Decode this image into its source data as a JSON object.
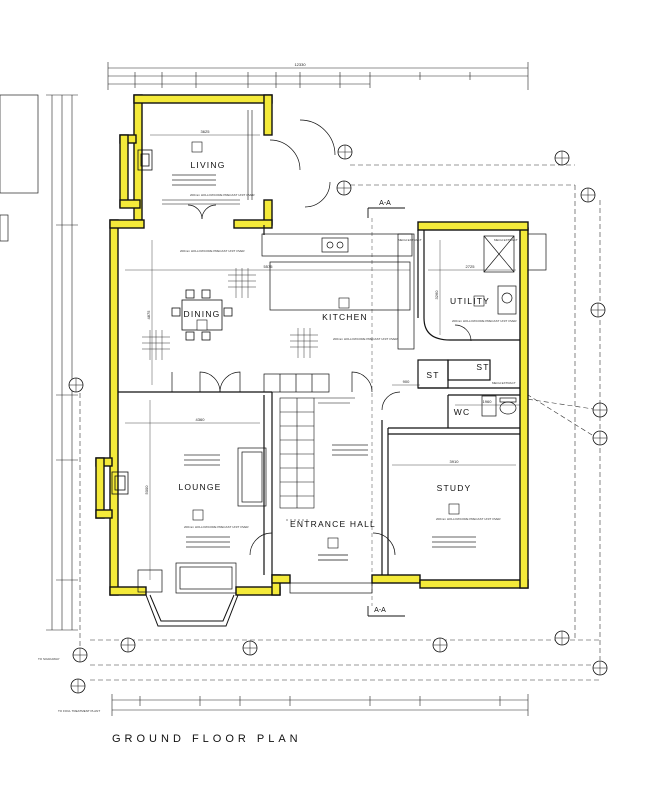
{
  "drawing": {
    "title": "GROUND FLOOR PLAN",
    "section_marker": "A-A",
    "rooms": {
      "living": "LIVING",
      "kitchen": "KITCHEN",
      "dining": "DINING",
      "utility": "UTILITY",
      "st_upper": "ST",
      "st_lower": "ST",
      "wc": "WC",
      "lounge": "LOUNGE",
      "entrance_hall": "ENTRANCE HALL",
      "study": "STUDY"
    },
    "dimensions": {
      "living_width": "3625",
      "kitchen_width": "5575",
      "utility_width": "2725",
      "lounge_width": "4360",
      "study_width": "3910",
      "dining_depth": "4875",
      "lounge_depth": "5000",
      "utility_depth": "3260",
      "wc_width": "1960",
      "hall_width": "900",
      "top_overall": "12330"
    },
    "floor_notes": {
      "living": "200mm HOLLOWCORE PRECAST UNIT OVER",
      "kitchen": "200mm HOLLOWCORE PRECAST UNIT OVER",
      "dining": "200mm HOLLOWCORE PRECAST UNIT OVER",
      "utility": "200mm HOLLOWCORE PRECAST UNIT OVER",
      "lounge": "200mm HOLLOWCORE PRECAST UNIT OVER",
      "study": "200mm HOLLOWCORE PRECAST UNIT OVER"
    },
    "callouts": {
      "mech_extract_kitchen": "MECH EXTRACT",
      "mech_extract_utility": "MECH EXTRACT",
      "mech_extract_wc": "MECH EXTRACT",
      "to_soakaway": "TO SOAKAWAY",
      "to_foul": "TO FOUL TREATMENT PLANT"
    }
  },
  "colors": {
    "wall_fill": "#f4ea3a",
    "line": "#111111",
    "hatch": "#444444"
  }
}
